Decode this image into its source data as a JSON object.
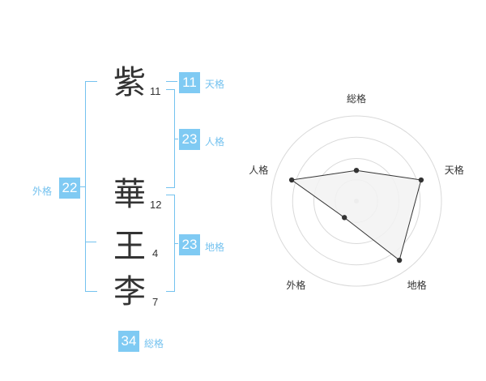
{
  "name": {
    "chars": [
      {
        "char": "紫",
        "strokes": "11"
      },
      {
        "char": "華",
        "strokes": "12"
      },
      {
        "char": "王",
        "strokes": "4"
      },
      {
        "char": "李",
        "strokes": "7"
      }
    ]
  },
  "fortune": {
    "tenkaku": {
      "value": "11",
      "label": "天格"
    },
    "jinkaku": {
      "value": "23",
      "label": "人格"
    },
    "chikaku": {
      "value": "23",
      "label": "地格"
    },
    "gaikaku": {
      "value": "22",
      "label": "外格"
    },
    "soukaku": {
      "value": "34",
      "label": "総格"
    }
  },
  "chart_data": {
    "type": "radar",
    "axes": [
      "総格",
      "天格",
      "地格",
      "外格",
      "人格"
    ],
    "levels": 4,
    "values": [
      1.8,
      4.0,
      4.3,
      1.2,
      4.0
    ],
    "max": 5,
    "colors": {
      "fill": "#f2f2f2",
      "line": "#333333",
      "grid": "#d9d9d9"
    }
  }
}
